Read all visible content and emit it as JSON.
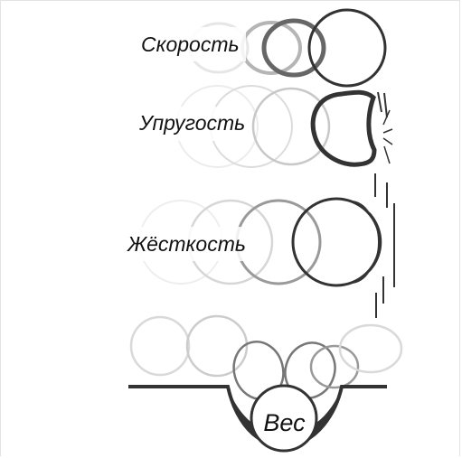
{
  "diagram": {
    "labels": {
      "speed": "Скорость",
      "elasticity": "Упругость",
      "hardness": "Жёсткость",
      "weight": "Вес"
    },
    "colors": {
      "stroke_dark": "#333333",
      "stroke_mid": "#8a8a8a",
      "stroke_light": "#cfcfcf",
      "stroke_faint": "#e6e6e6",
      "background": "#ffffff"
    }
  }
}
